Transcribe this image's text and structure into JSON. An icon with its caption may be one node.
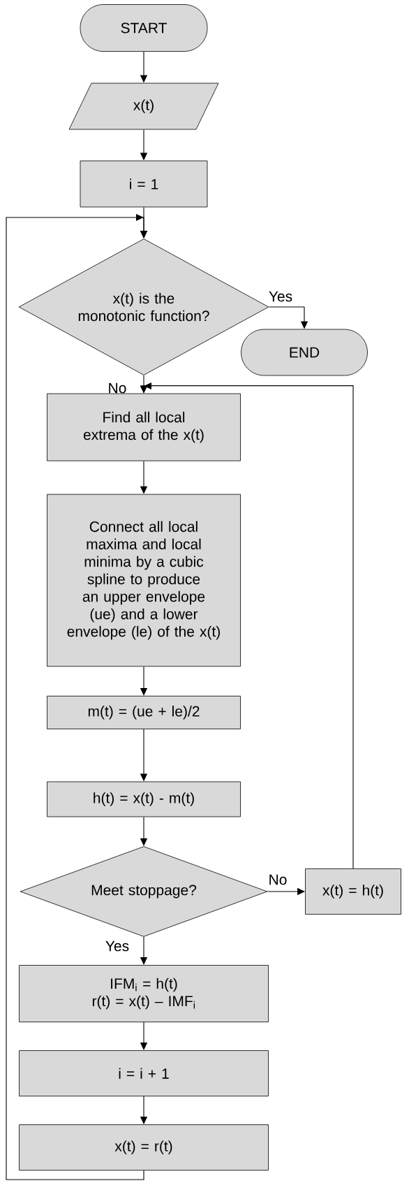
{
  "diagram": {
    "nodes": [
      {
        "text": [
          "START"
        ]
      },
      {
        "text": [
          "x(t)"
        ]
      },
      {
        "text": [
          "i = 1"
        ]
      },
      {
        "text": [
          "x(t) is the monotonic function?"
        ]
      },
      {
        "text": [
          "END"
        ]
      },
      {
        "text": [
          "Find all local extrema of the x(t)"
        ]
      },
      {
        "text": [
          "Connect all local maxima and local minima by a cubic spline to produce an upper envelope (ue) and a lower envelope (le) of the x(t)"
        ]
      },
      {
        "text": [
          "m(t) = (ue + le)/2"
        ]
      },
      {
        "text": [
          "h(t) = x(t) - m(t)"
        ]
      },
      {
        "text": [
          "Meet stoppage?"
        ]
      },
      {
        "text": [
          "x(t) = h(t)"
        ]
      },
      {
        "text": [
          "IFM$_{i}$ = h(t)",
          "r(t) = x(t) – IMF$_{i}$"
        ]
      },
      {
        "text": [
          "i = i + 1"
        ]
      },
      {
        "text": [
          "x(t) = r(t)"
        ]
      }
    ],
    "edges": [
      {
        "from": 0,
        "to": 1,
        "arrow": "to"
      },
      {
        "from": 1,
        "to": 2,
        "arrow": "to"
      },
      {
        "from": 2,
        "to": 3,
        "arrow": "to"
      },
      {
        "from": 3,
        "to": 4,
        "arrow": "to",
        "label": "Yes"
      },
      {
        "from": 3,
        "to": 5,
        "arrow": "to",
        "label": "No"
      },
      {
        "from": 5,
        "to": 6,
        "arrow": "to"
      },
      {
        "from": 6,
        "to": 7,
        "arrow": "to"
      },
      {
        "from": 7,
        "to": 8,
        "arrow": "to"
      },
      {
        "from": 8,
        "to": 9,
        "arrow": "to"
      },
      {
        "from": 9,
        "to": 10,
        "arrow": "to",
        "label": "No"
      },
      {
        "from": 9,
        "to": 11,
        "arrow": "to",
        "label": "Yes"
      },
      {
        "from": 10,
        "to": 5,
        "arrow": "to"
      },
      {
        "from": 11,
        "to": 12,
        "arrow": "to"
      },
      {
        "from": 12,
        "to": 13,
        "arrow": "to"
      },
      {
        "from": 13,
        "to": 3,
        "arrow": "to"
      }
    ]
  }
}
